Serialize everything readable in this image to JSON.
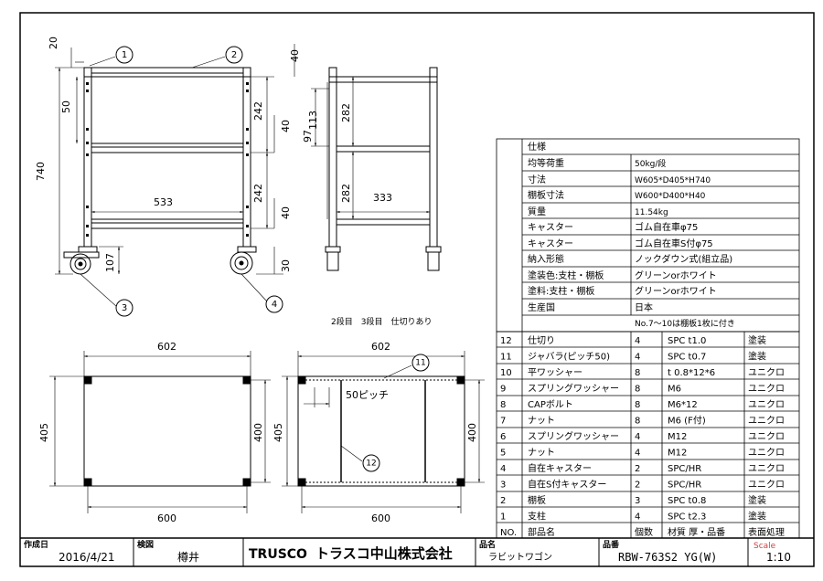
{
  "balloons": [
    "1",
    "2",
    "3",
    "4",
    "11",
    "12"
  ],
  "front_view": {
    "dims": {
      "top_gap": "20",
      "height": "740",
      "shelf_offset": "50",
      "shelf_spacing_1": "242",
      "shelf_thick_1": "40",
      "shelf_spacing_2": "242",
      "shelf_thick_2": "40",
      "inner_width": "533",
      "caster_height": "107",
      "bottom_gap": "30",
      "top_thick": "40"
    }
  },
  "side_view": {
    "dims": {
      "d113": "113",
      "d97": "97",
      "d282a": "282",
      "d282b": "282",
      "d333": "333"
    }
  },
  "caption": "2段目　3段目　仕切りあり",
  "top_view_left": {
    "width_top": "602",
    "width_bottom": "600",
    "depth_left": "405",
    "depth_right": "400"
  },
  "top_view_right": {
    "width_top": "602",
    "width_bottom": "600",
    "depth_left": "405",
    "depth_right": "400",
    "pitch": "50ピッチ"
  },
  "spec_table": {
    "header": "仕様",
    "rows": [
      {
        "label": "均等荷重",
        "value": "50kg/段"
      },
      {
        "label": "寸法",
        "value": "W605*D405*H740"
      },
      {
        "label": "棚板寸法",
        "value": "W600*D400*H40"
      },
      {
        "label": "質量",
        "value": "11.54kg"
      },
      {
        "label": "キャスター",
        "value": "ゴム自在車φ75"
      },
      {
        "label": "キャスター",
        "value": "ゴム自在車S付φ75"
      },
      {
        "label": "納入形態",
        "value": "ノックダウン式(組立品)"
      },
      {
        "label": "塗装色:支柱・棚板",
        "value": "グリーンorホワイト"
      },
      {
        "label": "塗料:支柱・棚板",
        "value": "グリーンorホワイト"
      },
      {
        "label": "生産国",
        "value": "日本"
      },
      {
        "label": "",
        "value": "No.7～10は棚板1枚に付き"
      }
    ]
  },
  "parts_table": {
    "header": {
      "no": "NO.",
      "name": "部品名",
      "qty": "個数",
      "material": "材質 厚・品番",
      "finish": "表面処理"
    },
    "rows": [
      {
        "no": "12",
        "name": "仕切り",
        "qty": "4",
        "material": "SPC t1.0",
        "finish": "塗装"
      },
      {
        "no": "11",
        "name": "ジャバラ(ピッチ50)",
        "qty": "4",
        "material": "SPC t0.7",
        "finish": "塗装"
      },
      {
        "no": "10",
        "name": "平ワッシャー",
        "qty": "8",
        "material": "t 0.8*12*6",
        "finish": "ユニクロ"
      },
      {
        "no": "9",
        "name": "スプリングワッシャー",
        "qty": "8",
        "material": "M6",
        "finish": "ユニクロ"
      },
      {
        "no": "8",
        "name": "CAPボルト",
        "qty": "8",
        "material": "M6*12",
        "finish": "ユニクロ"
      },
      {
        "no": "7",
        "name": "ナット",
        "qty": "8",
        "material": "M6 (F付)",
        "finish": "ユニクロ"
      },
      {
        "no": "6",
        "name": "スプリングワッシャー",
        "qty": "4",
        "material": "M12",
        "finish": "ユニクロ"
      },
      {
        "no": "5",
        "name": "ナット",
        "qty": "4",
        "material": "M12",
        "finish": "ユニクロ"
      },
      {
        "no": "4",
        "name": "自在キャスター",
        "qty": "2",
        "material": "SPC/HR",
        "finish": "ユニクロ"
      },
      {
        "no": "3",
        "name": "自在S付キャスター",
        "qty": "2",
        "material": "SPC/HR",
        "finish": "ユニクロ"
      },
      {
        "no": "2",
        "name": "棚板",
        "qty": "3",
        "material": "SPC t0.8",
        "finish": "塗装"
      },
      {
        "no": "1",
        "name": "支柱",
        "qty": "4",
        "material": "SPC t2.3",
        "finish": "塗装"
      }
    ]
  },
  "title_block": {
    "date_label": "作成日",
    "date_value": "2016/4/21",
    "inspector_label": "検図",
    "inspector_value": "樽井",
    "logo": "TRUSCO",
    "company": "トラスコ中山株式会社",
    "name_label": "品名",
    "name_value": "ラビットワゴン",
    "part_label": "品番",
    "part_value": "RBW-763S2 YG(W)",
    "scale_label": "Scale",
    "scale_value": "1:10"
  }
}
